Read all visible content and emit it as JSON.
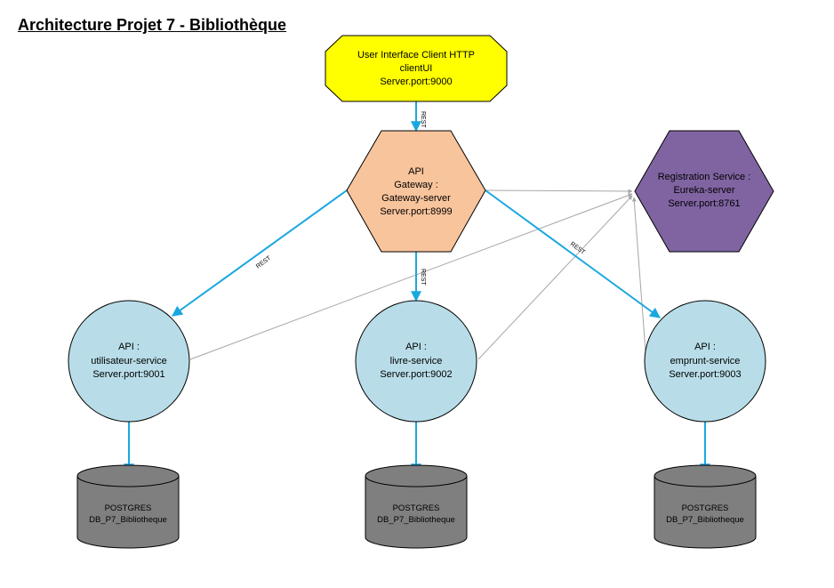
{
  "title": "Architecture Projet 7 - Bibliothèque",
  "nodes": {
    "client": {
      "lines": [
        "User Interface Client HTTP",
        "clientUI",
        "Server.port:9000"
      ]
    },
    "gateway": {
      "lines": [
        "API",
        "Gateway :",
        "Gateway-server",
        "Server.port:8999"
      ]
    },
    "registry": {
      "lines": [
        "Registration Service :",
        "Eureka-server",
        "Server.port:8761"
      ]
    },
    "utilisateur": {
      "lines": [
        "API :",
        "utilisateur-service",
        "Server.port:9001"
      ]
    },
    "livre": {
      "lines": [
        "API :",
        "livre-service",
        "Server.port:9002"
      ]
    },
    "emprunt": {
      "lines": [
        "API :",
        "emprunt-service",
        "Server.port:9003"
      ]
    },
    "db1": {
      "lines": [
        "POSTGRES",
        "DB_P7_Bibliotheque"
      ]
    },
    "db2": {
      "lines": [
        "POSTGRES",
        "DB_P7_Bibliotheque"
      ]
    },
    "db3": {
      "lines": [
        "POSTGRES",
        "DB_P7_Bibliotheque"
      ]
    }
  },
  "edge_labels": {
    "client_gateway": "REST",
    "gateway_utilisateur": "REST",
    "gateway_livre": "REST",
    "gateway_emprunt": "REST"
  },
  "colors": {
    "client_fill": "#ffff00",
    "gateway_fill": "#f8c49c",
    "registry_fill": "#8064a2",
    "service_fill": "#b8dde8",
    "db_fill": "#7f7f7f",
    "arrow": "#1aa7e0",
    "registry_link": "#a6a6a6"
  }
}
